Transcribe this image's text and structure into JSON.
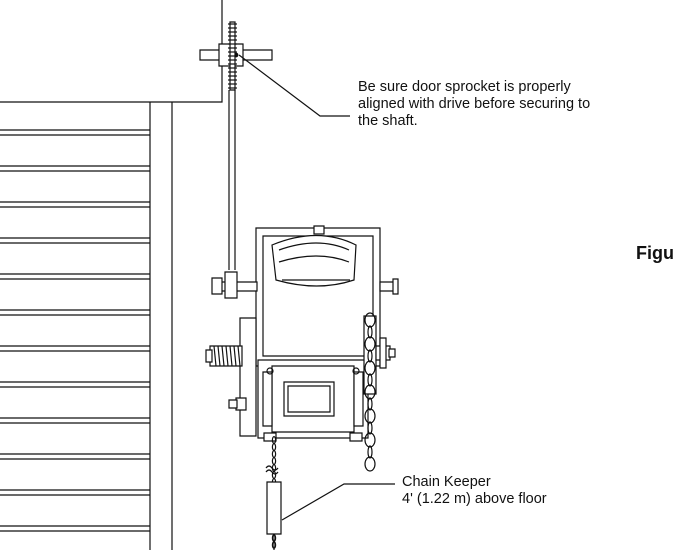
{
  "callouts": {
    "sprocket": {
      "lines": [
        "Be sure door sprocket is properly",
        "aligned with drive before securing to",
        "the shaft."
      ]
    },
    "chain_keeper": {
      "lines": [
        "Chain Keeper",
        "4' (1.22 m) above floor"
      ]
    }
  },
  "figure_label": "Figure",
  "colors": {
    "line": "#111111",
    "background": "#ffffff"
  }
}
